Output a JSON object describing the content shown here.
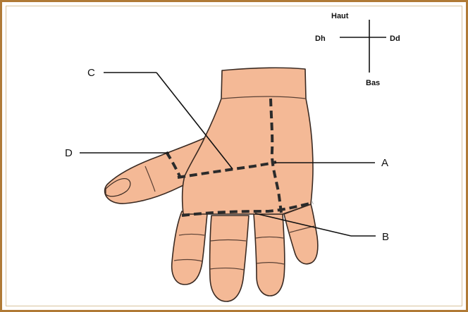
{
  "compass": {
    "up": "Haut",
    "down": "Bas",
    "left": "Dh",
    "right": "Dd"
  },
  "labels": {
    "a": "A",
    "b": "B",
    "c": "C",
    "d": "D"
  },
  "colors": {
    "frame": "#b07a35",
    "skin": "#f4b996",
    "outline": "#3a2a22",
    "incision": "#2b2b2b"
  }
}
